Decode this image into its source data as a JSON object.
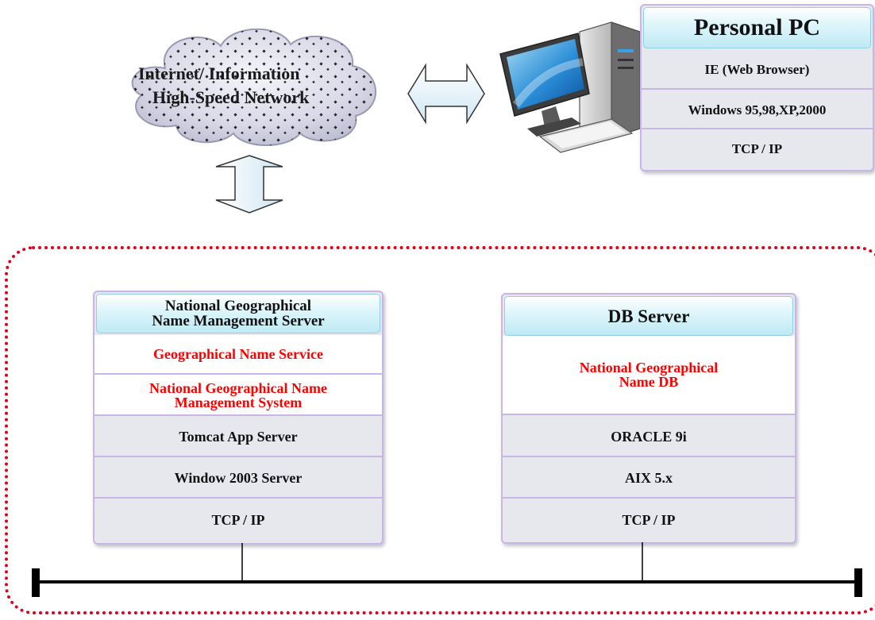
{
  "cloud": {
    "line1": "Internet/ Information",
    "line2": "High-Speed Network"
  },
  "personal_pc": {
    "title": "Personal PC",
    "layers": [
      "IE (Web Browser)",
      "Windows 95,98,XP,2000",
      "TCP / IP"
    ]
  },
  "mgmt_server": {
    "title_line1": "National Geographical",
    "title_line2": "Name Management Server",
    "service": "Geographical Name Service",
    "system_line1": "National Geographical Name",
    "system_line2": "Management System",
    "layers": [
      "Tomcat App Server",
      "Window 2003 Server",
      "TCP / IP"
    ]
  },
  "db_server": {
    "title": "DB Server",
    "db_line1": "National Geographical",
    "db_line2": "Name DB",
    "layers": [
      "ORACLE 9i",
      "AIX 5.x",
      "TCP / IP"
    ]
  },
  "colors": {
    "frame": "#e0001b",
    "highlight_text": "#ff0000",
    "box_border": "#c9b6e6",
    "header_fill": "#bfe9f4"
  }
}
